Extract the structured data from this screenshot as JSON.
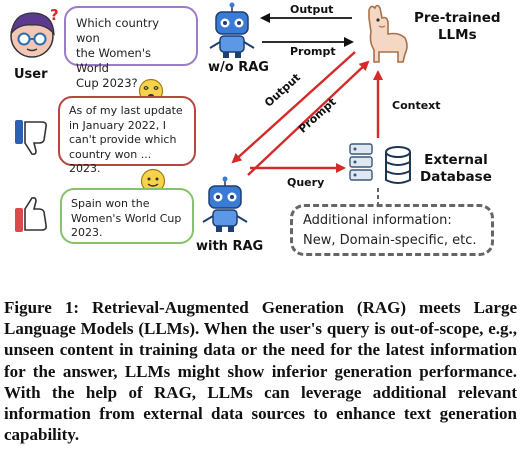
{
  "diagram": {
    "user_label": "User",
    "without_rag_label": "w/o RAG",
    "with_rag_label": "with RAG",
    "llm_label": "Pre-trained\nLLMs",
    "db_label": "External\nDatabase",
    "question_bubble": "Which country won\nthe Women's World\nCup 2023?",
    "no_rag_answer": "As of my last update\nin January 2022, I\ncan't provide which\ncountry won ... 2023.",
    "rag_answer": "Spain won the\nWomen's World Cup\n2023.",
    "external_info": "Additional information:\nNew, Domain-specific, etc.",
    "arrows": {
      "top_output": "Output",
      "top_prompt": "Prompt",
      "diag_output": "Output",
      "diag_prompt": "Prompt",
      "context": "Context",
      "query": "Query"
    },
    "colors": {
      "question_border": "#9b7cc9",
      "no_rag_border": "#b5473f",
      "rag_border": "#86c26a",
      "arrow_red": "#d42a2a",
      "robot_blue": "#3a7bd5",
      "thumb_down_accent": "#2b5fb3",
      "thumb_up_accent": "#e04848"
    }
  },
  "caption": "Figure 1: Retrieval-Augmented Generation (RAG) meets Large Language Models (LLMs). When the user's query is out-of-scope, e.g., unseen content in training data or the need for the latest information for the answer, LLMs might show inferior generation performance. With the help of RAG, LLMs can leverage additional relevant information from external data sources to enhance text generation capability."
}
